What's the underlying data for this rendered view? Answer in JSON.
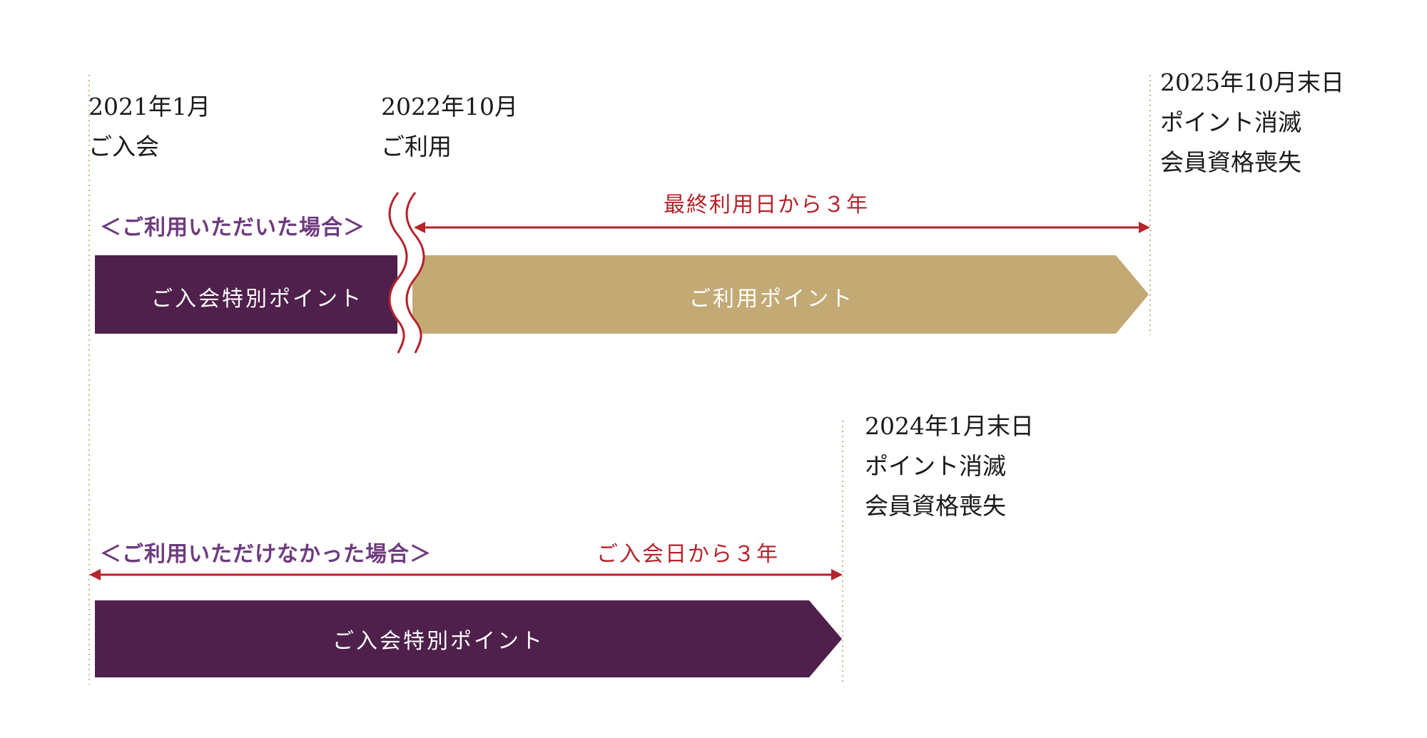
{
  "colors": {
    "bonus_bar": "#4f204b",
    "usage_bar": "#c3aa75",
    "arrow": "#b5232b",
    "scenario_heading": "#6e3a7e",
    "guide_line": "#c8b28a"
  },
  "markers": {
    "join": {
      "line1": "2021年1月",
      "line2": "ご入会"
    },
    "use": {
      "line1": "2022年10月",
      "line2": "ご利用"
    },
    "expire_used": {
      "line1": "2025年10月末日",
      "line2": "ポイント消滅",
      "line3": "会員資格喪失"
    },
    "expire_unused": {
      "line1": "2024年1月末日",
      "line2": "ポイント消滅",
      "line3": "会員資格喪失"
    }
  },
  "scenario_used": {
    "heading": "＜ご利用いただいた場合＞",
    "span_label": "最終利用日から３年",
    "bonus_bar_label": "ご入会特別ポイント",
    "usage_bar_label": "ご利用ポイント"
  },
  "scenario_unused": {
    "heading": "＜ご利用いただけなかった場合＞",
    "span_label": "ご入会日から３年",
    "bonus_bar_label": "ご入会特別ポイント"
  }
}
